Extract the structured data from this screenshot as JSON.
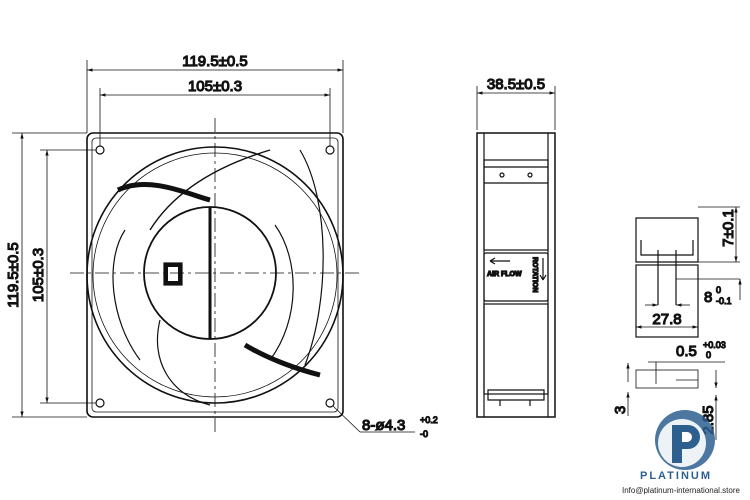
{
  "front_view": {
    "overall_width": "119.5±0.5",
    "hole_pitch_width": "105±0.3",
    "overall_height": "119.5±0.5",
    "hole_pitch_height": "105±0.3",
    "mounting_holes": "8-ø4.3",
    "mounting_holes_tol_upper": "+0.2",
    "mounting_holes_tol_lower": "-0"
  },
  "side_view": {
    "depth": "38.5±0.5",
    "air_flow_label": "AIR FLOW",
    "rotation_label": "ROTATION"
  },
  "terminal_detail": {
    "height": "7±0.1",
    "pin_length": "8",
    "pin_length_tol_upper": "0",
    "pin_length_tol_lower": "-0.1",
    "width": "27.8",
    "thickness": "0.5",
    "thickness_tol_upper": "+0.03",
    "thickness_tol_lower": "0",
    "tab_height": "3",
    "tab_width": "2.85"
  },
  "watermark": {
    "brand": "PLATINUM",
    "email": "Info@platinum-international.store",
    "color": "#2d5f8f"
  }
}
